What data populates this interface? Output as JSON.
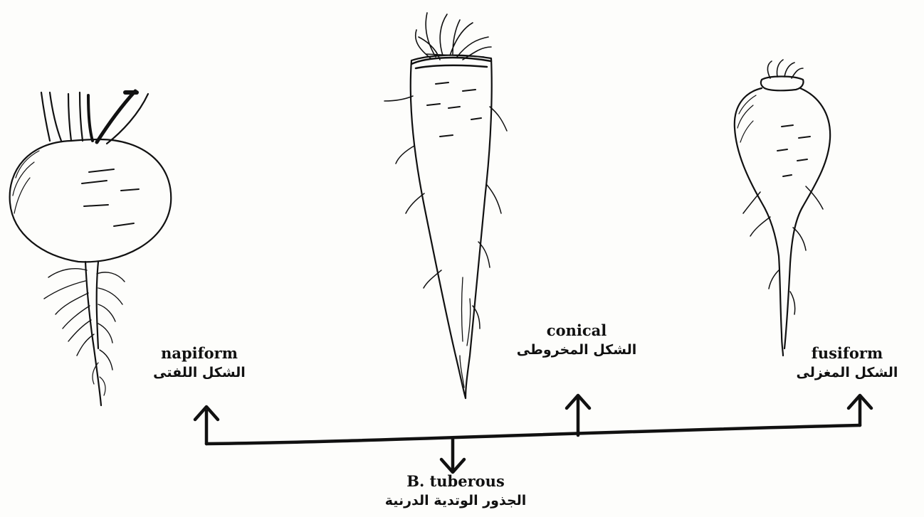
{
  "labels": {
    "napiform": {
      "en": "napiform",
      "ar": "الشكل اللفتى"
    },
    "conical": {
      "en": "conical",
      "ar": "الشكل المخروطى"
    },
    "fusiform": {
      "en": "fusiform",
      "ar": "الشكل المغزلى"
    },
    "tuberous": {
      "en": "B. tuberous",
      "ar": "الجذور الوتدية الدرنية"
    }
  },
  "colors": {
    "ink": "#111111",
    "paper": "#fdfdfb"
  }
}
